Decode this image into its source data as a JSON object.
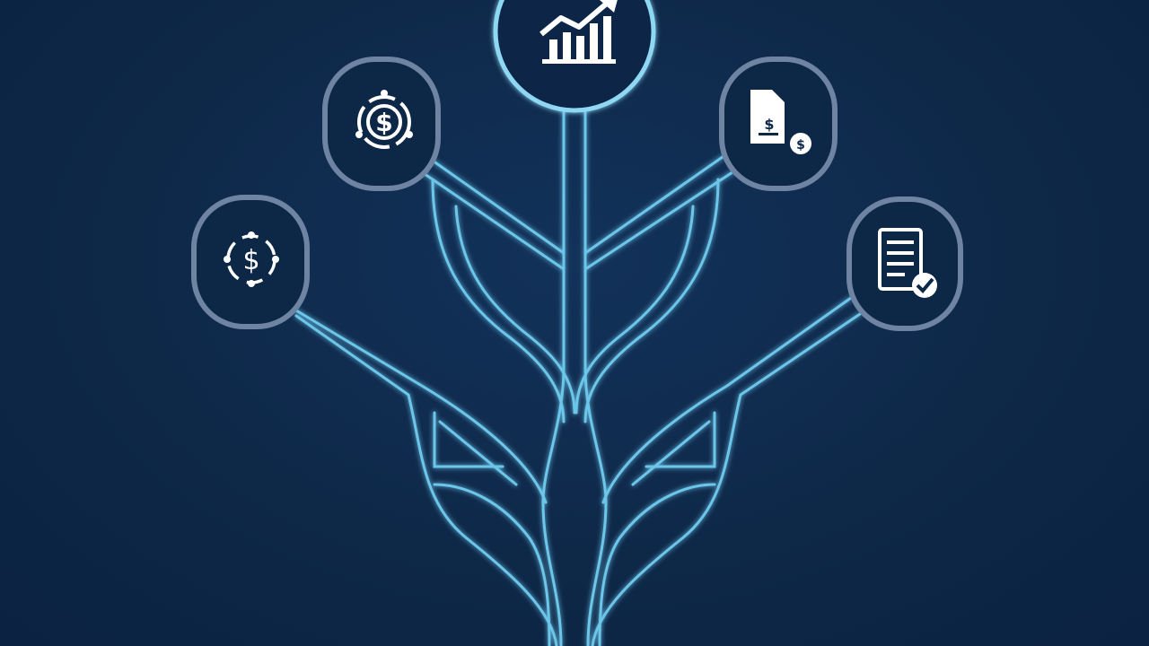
{
  "colors": {
    "background": "#0f2a4c",
    "line": "#6cc6ea",
    "line_bright": "#8fd8f4",
    "ring_dim": "#6f84a3",
    "ring_bright": "#8fd8f4",
    "icon": "#ffffff"
  },
  "nodes": [
    {
      "id": "growth",
      "icon": "growth-chart-icon"
    },
    {
      "id": "money-cycle-upper",
      "icon": "dollar-cycle-icon"
    },
    {
      "id": "money-cycle-lower",
      "icon": "dollar-cycle-icon"
    },
    {
      "id": "document-money",
      "icon": "money-document-icon"
    },
    {
      "id": "checklist",
      "icon": "checklist-document-icon"
    }
  ]
}
